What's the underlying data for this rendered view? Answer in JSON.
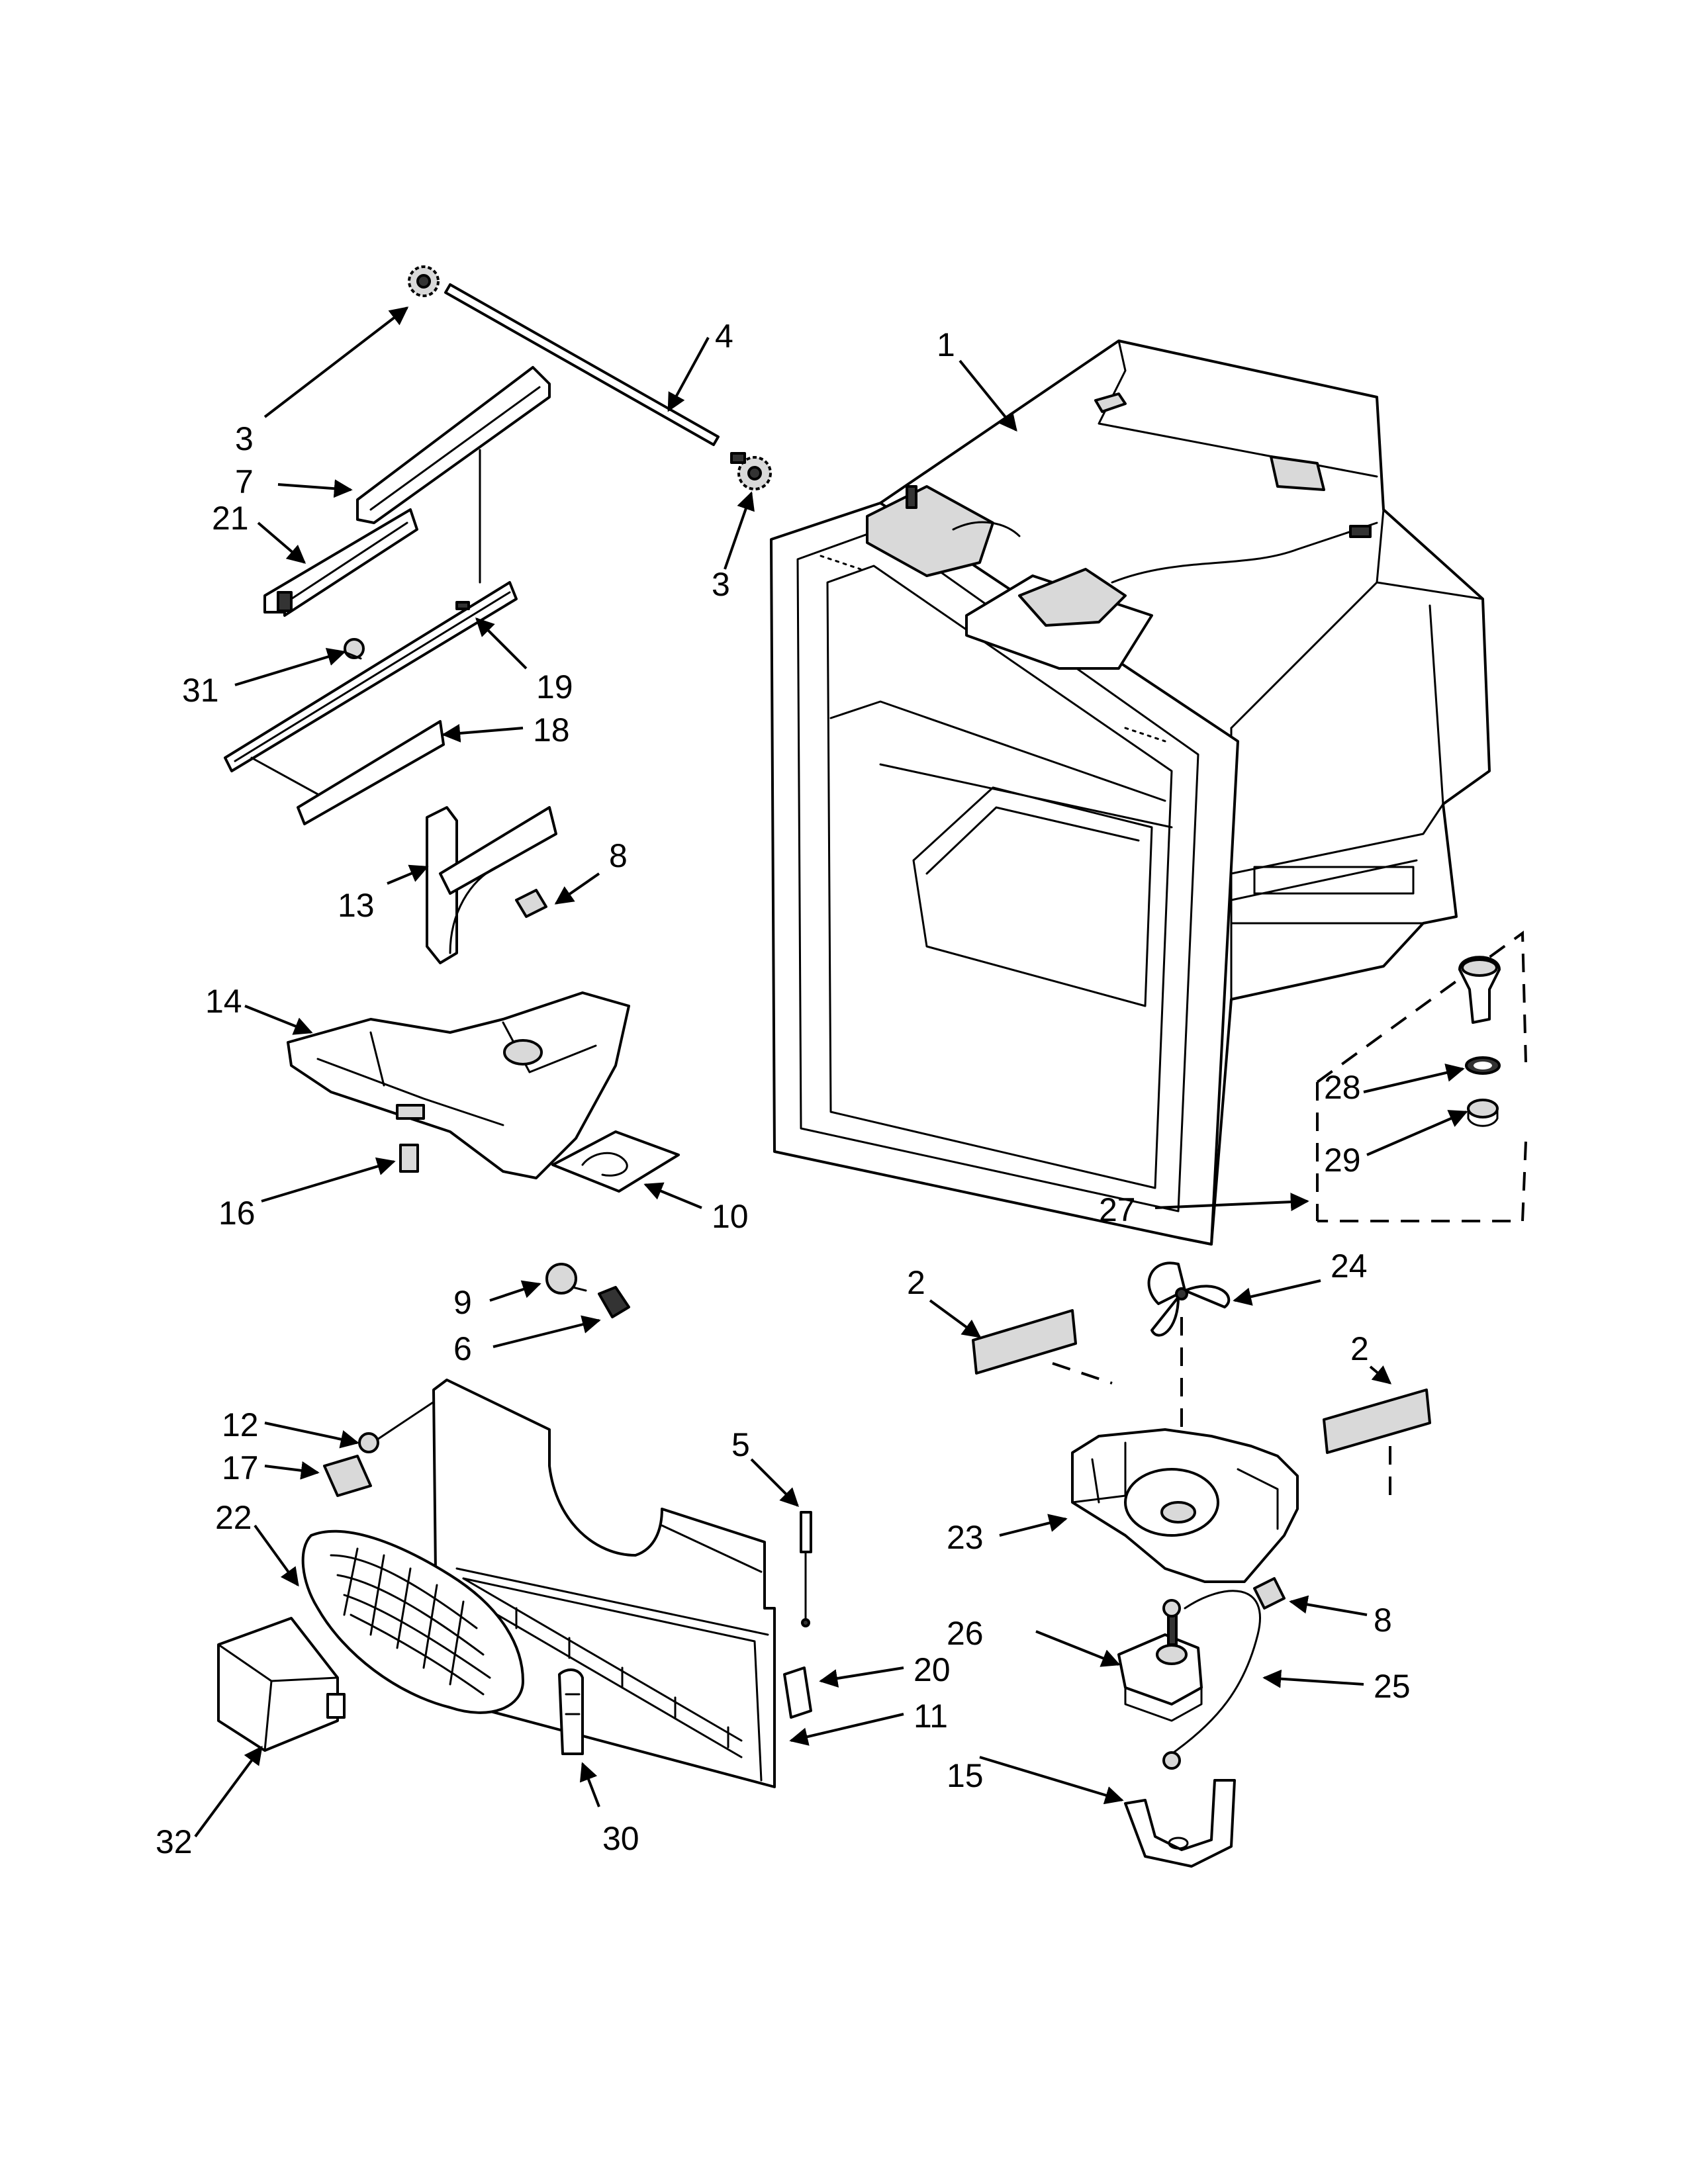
{
  "callouts": [
    {
      "id": "c1",
      "text": "1"
    },
    {
      "id": "c2a",
      "text": "2"
    },
    {
      "id": "c2b",
      "text": "2"
    },
    {
      "id": "c3a",
      "text": "3"
    },
    {
      "id": "c3b",
      "text": "3"
    },
    {
      "id": "c4",
      "text": "4"
    },
    {
      "id": "c5",
      "text": "5"
    },
    {
      "id": "c6",
      "text": "6"
    },
    {
      "id": "c7",
      "text": "7"
    },
    {
      "id": "c8a",
      "text": "8"
    },
    {
      "id": "c8b",
      "text": "8"
    },
    {
      "id": "c9",
      "text": "9"
    },
    {
      "id": "c10",
      "text": "10"
    },
    {
      "id": "c11",
      "text": "11"
    },
    {
      "id": "c12",
      "text": "12"
    },
    {
      "id": "c13",
      "text": "13"
    },
    {
      "id": "c14",
      "text": "14"
    },
    {
      "id": "c15",
      "text": "15"
    },
    {
      "id": "c16",
      "text": "16"
    },
    {
      "id": "c17",
      "text": "17"
    },
    {
      "id": "c18",
      "text": "18"
    },
    {
      "id": "c19",
      "text": "19"
    },
    {
      "id": "c20",
      "text": "20"
    },
    {
      "id": "c21",
      "text": "21"
    },
    {
      "id": "c22",
      "text": "22"
    },
    {
      "id": "c23",
      "text": "23"
    },
    {
      "id": "c24",
      "text": "24"
    },
    {
      "id": "c25",
      "text": "25"
    },
    {
      "id": "c26",
      "text": "26"
    },
    {
      "id": "c27",
      "text": "27"
    },
    {
      "id": "c28",
      "text": "28"
    },
    {
      "id": "c29",
      "text": "29"
    },
    {
      "id": "c30",
      "text": "30"
    },
    {
      "id": "c31",
      "text": "31"
    },
    {
      "id": "c32",
      "text": "32"
    }
  ]
}
